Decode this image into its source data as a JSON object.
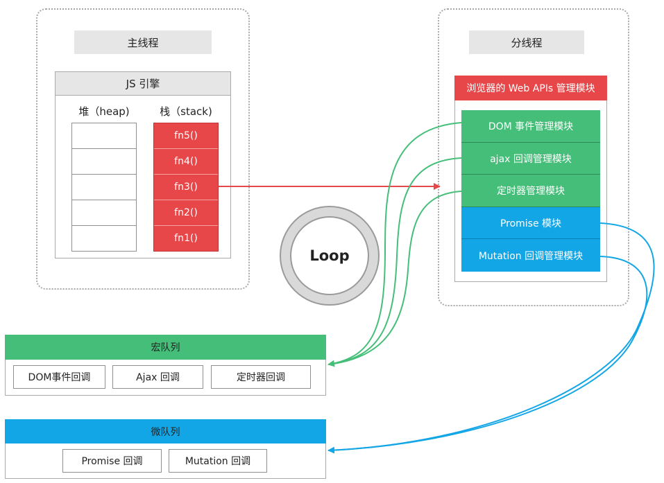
{
  "main_thread": {
    "title": "主线程",
    "engine": {
      "title": "JS 引擎",
      "heap_label": "堆（heap)",
      "stack_label": "栈（stack)",
      "stack_items": [
        "fn5()",
        "fn4()",
        "fn3()",
        "fn2()",
        "fn1()"
      ]
    }
  },
  "loop": {
    "label": "Loop"
  },
  "sub_thread": {
    "title": "分线程",
    "web_apis": {
      "title": "浏览器的 Web APIs 管理模块",
      "modules": [
        {
          "label": "DOM 事件管理模块",
          "color": "#44be78"
        },
        {
          "label": "ajax 回调管理模块",
          "color": "#44be78"
        },
        {
          "label": "定时器管理模块",
          "color": "#44be78"
        },
        {
          "label": "Promise 模块",
          "color": "#13a6e6"
        },
        {
          "label": "Mutation 回调管理模块",
          "color": "#13a6e6"
        }
      ]
    }
  },
  "macro_queue": {
    "title": "宏队列",
    "color": "#44be78",
    "items": [
      "DOM事件回调",
      "Ajax 回调",
      "定时器回调"
    ]
  },
  "micro_queue": {
    "title": "微队列",
    "color": "#13a6e6",
    "items": [
      "Promise 回调",
      "Mutation 回调"
    ]
  },
  "colors": {
    "stack_red": "#e8474a",
    "api_header_red": "#e8474a",
    "arrow_red": "#e8474a",
    "arrow_green": "#44be78",
    "arrow_blue": "#13a6e6"
  }
}
